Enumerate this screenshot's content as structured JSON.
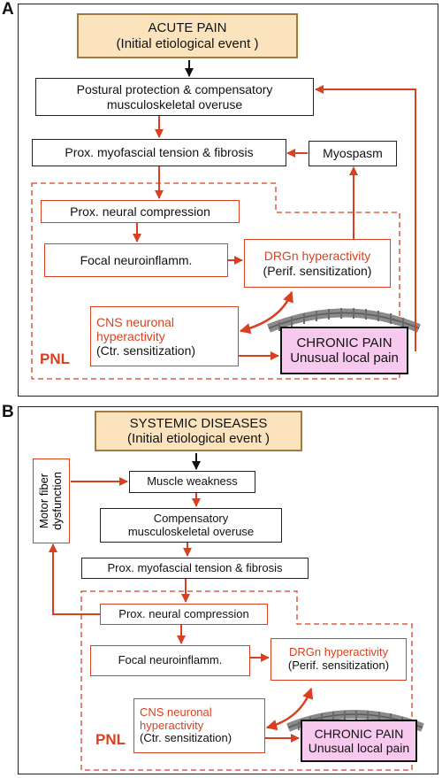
{
  "panel_a": {
    "label": "A",
    "top_title": "ACUTE PAIN",
    "top_subtitle": "(Initial etiological event )",
    "postural_line1": "Postural protection & compensatory",
    "postural_line2": "musculoskeletal overuse",
    "prox_tension": "Prox. myofascial tension & fibrosis",
    "myospasm": "Myospasm",
    "neural_compression": "Prox. neural compression",
    "focal": "Focal neuroinflamm.",
    "drgn_line1": "DRGn hyperactivity",
    "drgn_line2": "(Perif. sensitization)",
    "cns_line1": "CNS neuronal",
    "cns_line2": "hyperactivity",
    "cns_line3": "(Ctr. sensitization)",
    "chronic_line1": "CHRONIC PAIN",
    "chronic_line2": "Unusual local pain",
    "pnl": "PNL"
  },
  "panel_b": {
    "label": "B",
    "top_title": "SYSTEMIC DISEASES",
    "top_subtitle": "(Initial etiological event )",
    "motor_line1": "Motor fiber",
    "motor_line2": "dysfunction",
    "weakness": "Muscle weakness",
    "comp_line1": "Compensatory",
    "comp_line2": "musculoskeletal overuse",
    "prox_tension": "Prox. myofascial tension & fibrosis",
    "neural_compression": "Prox. neural compression",
    "focal": "Focal neuroinflamm.",
    "drgn_line1": "DRGn hyperactivity",
    "drgn_line2": "(Perif. sensitization)",
    "cns_line1": "CNS neuronal",
    "cns_line2": "hyperactivity",
    "cns_line3": "(Ctr. sensitization)",
    "chronic_line1": "CHRONIC PAIN",
    "chronic_line2": "Unusual local pain",
    "pnl": "PNL"
  },
  "colors": {
    "accent": "#d9401f",
    "chronic_fill": "#f7c9ee",
    "top_fill": "#fbe4bd",
    "line": "#222222"
  }
}
